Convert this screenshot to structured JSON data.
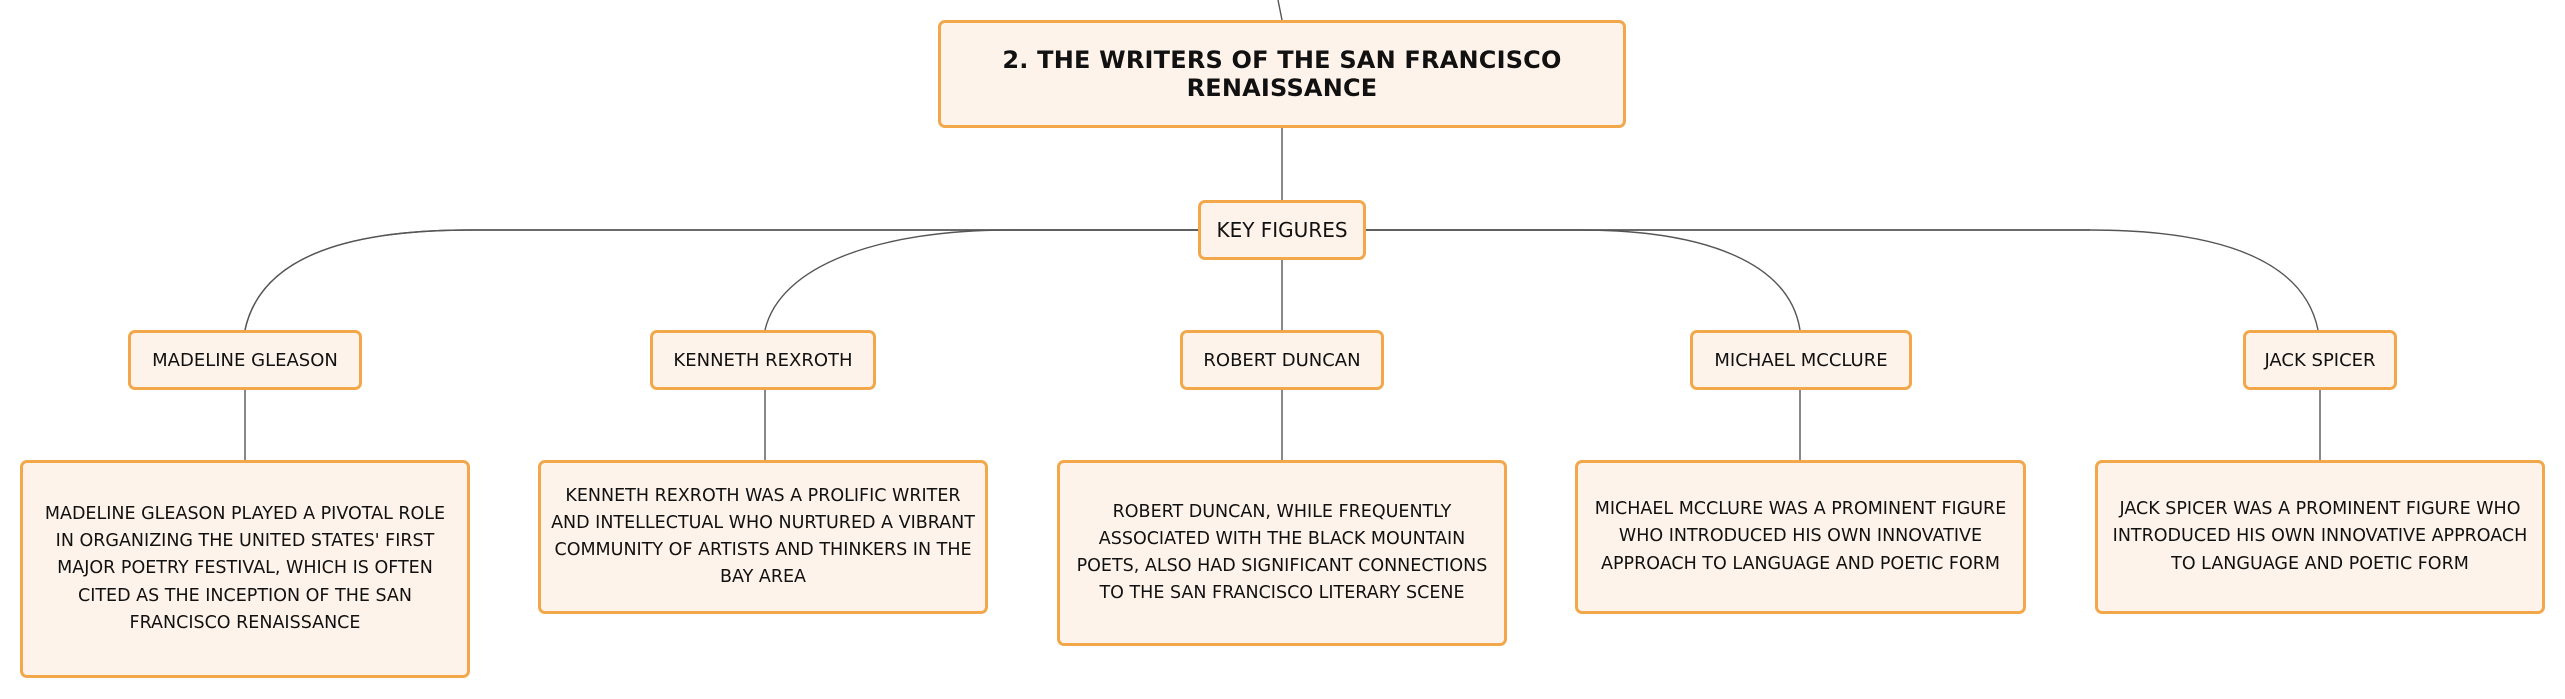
{
  "diagram": {
    "title": "2. THE WRITERS OF THE SAN FRANCISCO RENAISSANCE",
    "hub": "KEY FIGURES",
    "figures": [
      {
        "name": "MADELINE GLEASON",
        "description": "MADELINE GLEASON PLAYED A PIVOTAL ROLE IN ORGANIZING THE UNITED STATES' FIRST MAJOR POETRY FESTIVAL, WHICH IS OFTEN CITED AS THE INCEPTION OF THE SAN FRANCISCO RENAISSANCE"
      },
      {
        "name": "KENNETH REXROTH",
        "description": "KENNETH REXROTH WAS A PROLIFIC WRITER AND INTELLECTUAL WHO NURTURED A VIBRANT COMMUNITY OF ARTISTS AND THINKERS IN THE BAY AREA"
      },
      {
        "name": "ROBERT DUNCAN",
        "description": "ROBERT DUNCAN, WHILE FREQUENTLY ASSOCIATED WITH THE BLACK MOUNTAIN POETS, ALSO HAD SIGNIFICANT CONNECTIONS TO THE SAN FRANCISCO LITERARY SCENE"
      },
      {
        "name": "MICHAEL MCCLURE",
        "description": "MICHAEL MCCLURE WAS A PROMINENT FIGURE WHO INTRODUCED HIS OWN INNOVATIVE APPROACH TO LANGUAGE AND POETIC FORM"
      },
      {
        "name": "JACK SPICER",
        "description": "JACK SPICER WAS A PROMINENT FIGURE WHO INTRODUCED HIS OWN INNOVATIVE APPROACH TO LANGUAGE AND POETIC FORM"
      }
    ]
  },
  "colors": {
    "node_fill": "#fef3ea",
    "node_border": "#f2a84a",
    "connector": "#555555"
  }
}
